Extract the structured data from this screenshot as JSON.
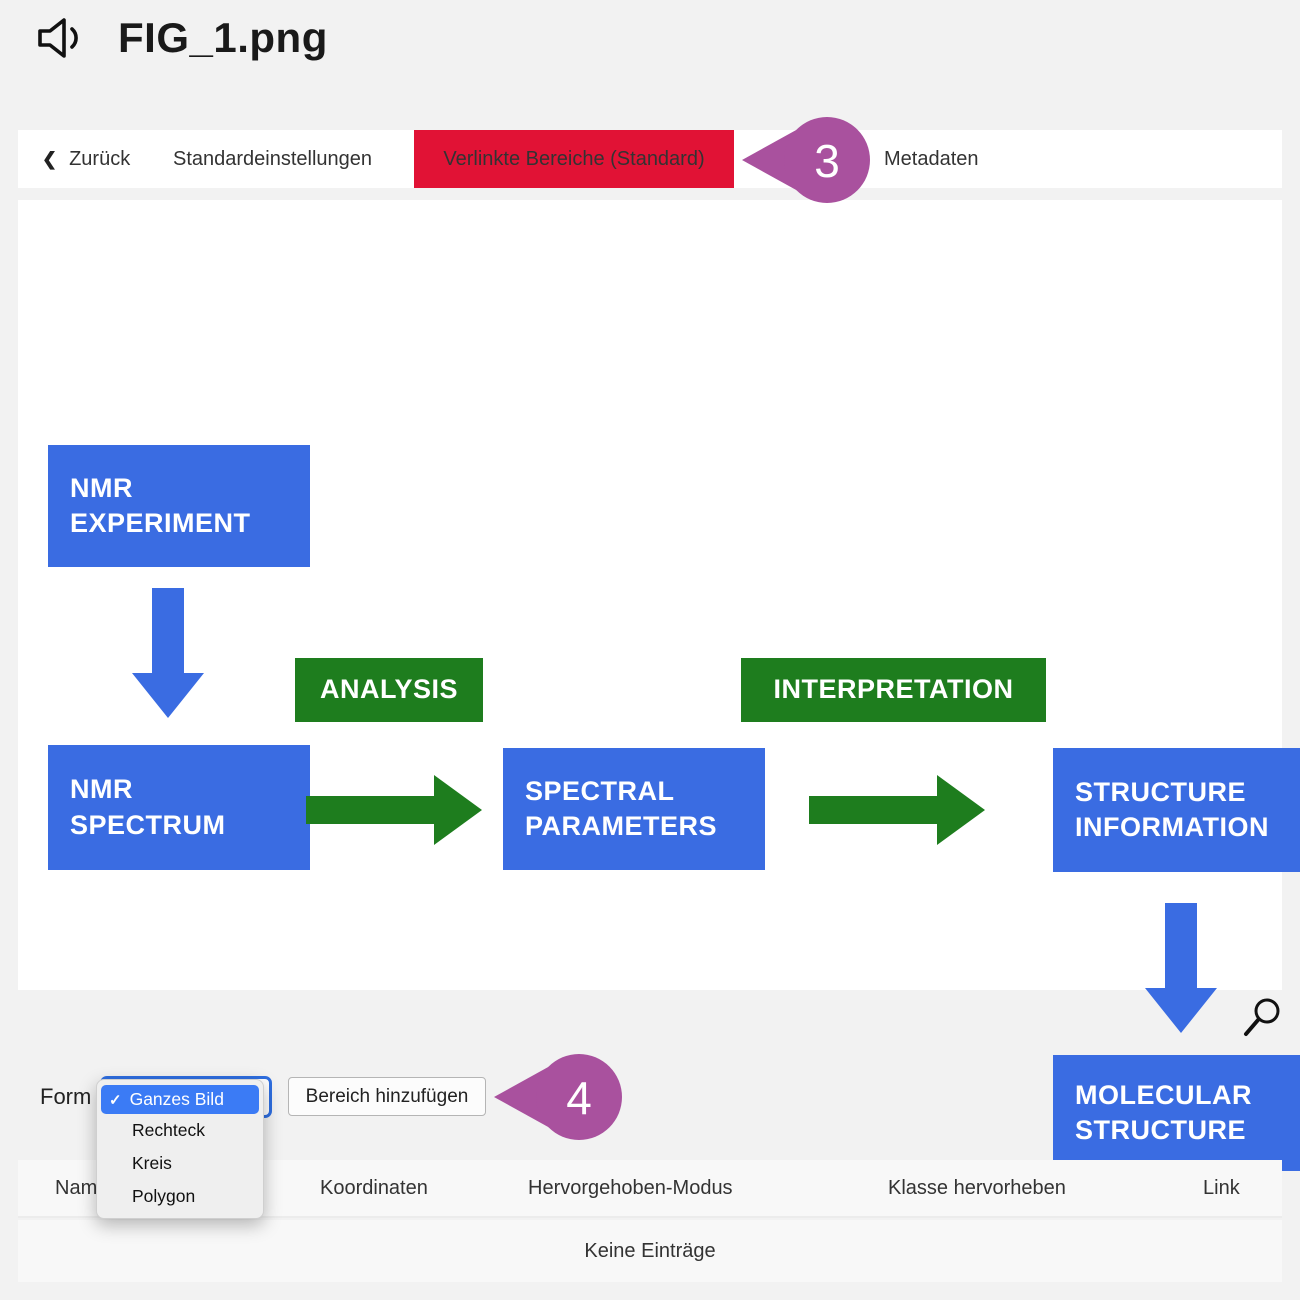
{
  "page": {
    "background": "#f2f2f2"
  },
  "header": {
    "title": "FIG_1.png"
  },
  "icons": {
    "back_chevron": "❮",
    "check": "✓"
  },
  "toolbar": {
    "back_label": "Zurück",
    "items": [
      {
        "label": "Standardeinstellungen",
        "active": false
      },
      {
        "label": "Verlinkte Bereiche (Standard)",
        "active": true
      },
      {
        "label": "Metadaten",
        "active": false
      }
    ],
    "active_color": "#e11235"
  },
  "callouts": [
    {
      "number": "3"
    },
    {
      "number": "4"
    }
  ],
  "callout_color": "#a9519e",
  "diagram": {
    "nodes": {
      "nmr_experiment": "NMR\nEXPERIMENT",
      "nmr_spectrum": "NMR\nSPECTRUM",
      "analysis": "ANALYSIS",
      "spectral_parameters": "SPECTRAL\nPARAMETERS",
      "interpretation": "INTERPRETATION",
      "structure_information": "STRUCTURE\nINFORMATION",
      "molecular_structure": "MOLECULAR\nSTRUCTURE"
    },
    "colors": {
      "box_blue": "#3a6ce2",
      "green": "#1e7d1e"
    }
  },
  "form": {
    "label": "Form",
    "add_button_label": "Bereich hinzufügen",
    "dropdown": {
      "selected": "Ganzes Bild",
      "options": [
        "Ganzes Bild",
        "Rechteck",
        "Kreis",
        "Polygon"
      ]
    }
  },
  "table": {
    "columns": [
      "Name",
      "Koordinaten",
      "Hervorgehoben-Modus",
      "Klasse hervorheben",
      "Link"
    ],
    "empty_text": "Keine Einträge"
  }
}
